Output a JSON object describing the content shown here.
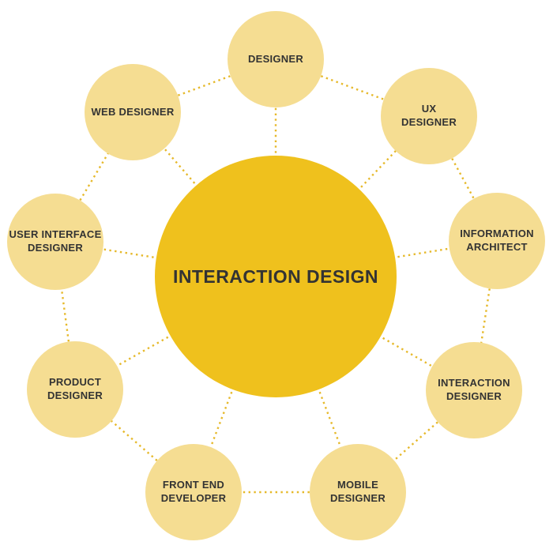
{
  "diagram": {
    "center": {
      "label": "INTERACTION DESIGN"
    },
    "nodes": [
      {
        "label": "DESIGNER"
      },
      {
        "label": "UX DESIGNER"
      },
      {
        "label": "INFORMATION ARCHITECT"
      },
      {
        "label": "INTERACTION DESIGNER"
      },
      {
        "label": "MOBILE DESIGNER"
      },
      {
        "label": "FRONT END DEVELOPER"
      },
      {
        "label": "PRODUCT DESIGNER"
      },
      {
        "label": "USER INTERFACE DESIGNER"
      },
      {
        "label": "WEB DESIGNER"
      }
    ],
    "colors": {
      "center_fill": "#EFC11D",
      "node_fill": "#F5DD92",
      "connector": "#E6B92B",
      "text": "#333333",
      "background": "#FFFFFF"
    }
  }
}
